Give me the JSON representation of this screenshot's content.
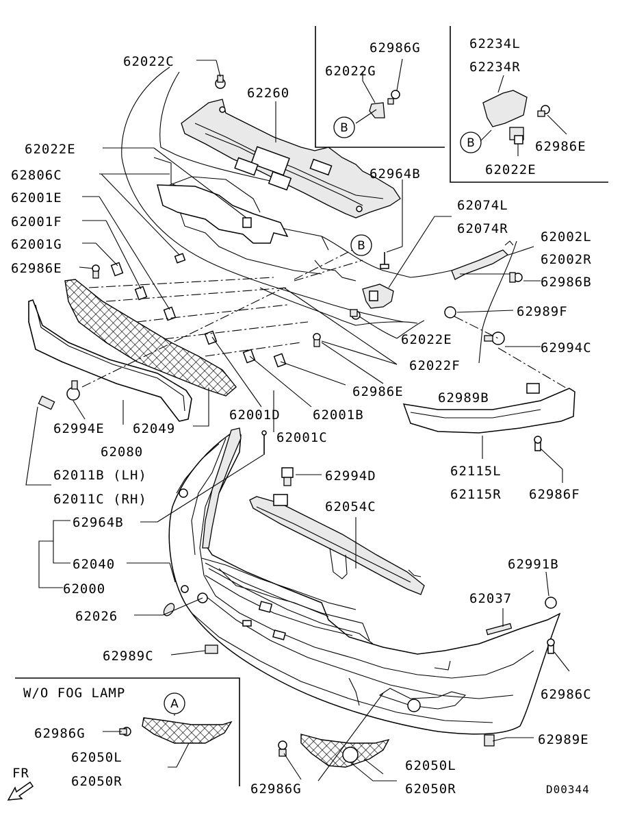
{
  "labels": {
    "p62022C": "62022C",
    "p62260": "62260",
    "p62022E_top": "62022E",
    "p62806C": "62806C",
    "p62001E": "62001E",
    "p62001F": "62001F",
    "p62001G": "62001G",
    "p62986E_left": "62986E",
    "p62994E": "62994E",
    "p62049": "62049",
    "p62080": "62080",
    "p62011B": "62011B (LH)",
    "p62011C": "62011C (RH)",
    "p62964B_mid": "62964B",
    "p62040": "62040",
    "p62000": "62000",
    "p62026": "62026",
    "p62989C": "62989C",
    "p62001D": "62001D",
    "p62001B": "62001B",
    "p62001C": "62001C",
    "p62986E_mid": "62986E",
    "p62022E_mid": "62022E",
    "p62022F": "62022F",
    "p62964B_top": "62964B",
    "p62074L": "62074L",
    "p62074R": "62074R",
    "p62002L": "62002L",
    "p62002R": "62002R",
    "p62986B": "62986B",
    "p62989F": "62989F",
    "p62994C": "62994C",
    "p62989B": "62989B",
    "p62115L": "62115L",
    "p62115R": "62115R",
    "p62986F": "62986F",
    "p62994D": "62994D",
    "p62054C": "62054C",
    "p62991B": "62991B",
    "p62037": "62037",
    "p62986C": "62986C",
    "p62989E": "62989E",
    "p62050L_right": "62050L",
    "p62050R_right": "62050R",
    "p62986G_bottom": "62986G",
    "p62986G_inset": "62986G",
    "p62050L_inset": "62050L",
    "p62050R_inset": "62050R",
    "p62986G_topinset": "62986G",
    "p62022G": "62022G",
    "p62234L": "62234L",
    "p62234R": "62234R",
    "p62986E_inset": "62986E",
    "p62022E_inset": "62022E"
  },
  "callouts": {
    "B_main": "B",
    "B_inset1": "B",
    "B_inset2": "B",
    "A_inset": "A"
  },
  "inset_title": "W/O FOG LAMP",
  "front_marker": "FR",
  "diagram_code": "D00344"
}
